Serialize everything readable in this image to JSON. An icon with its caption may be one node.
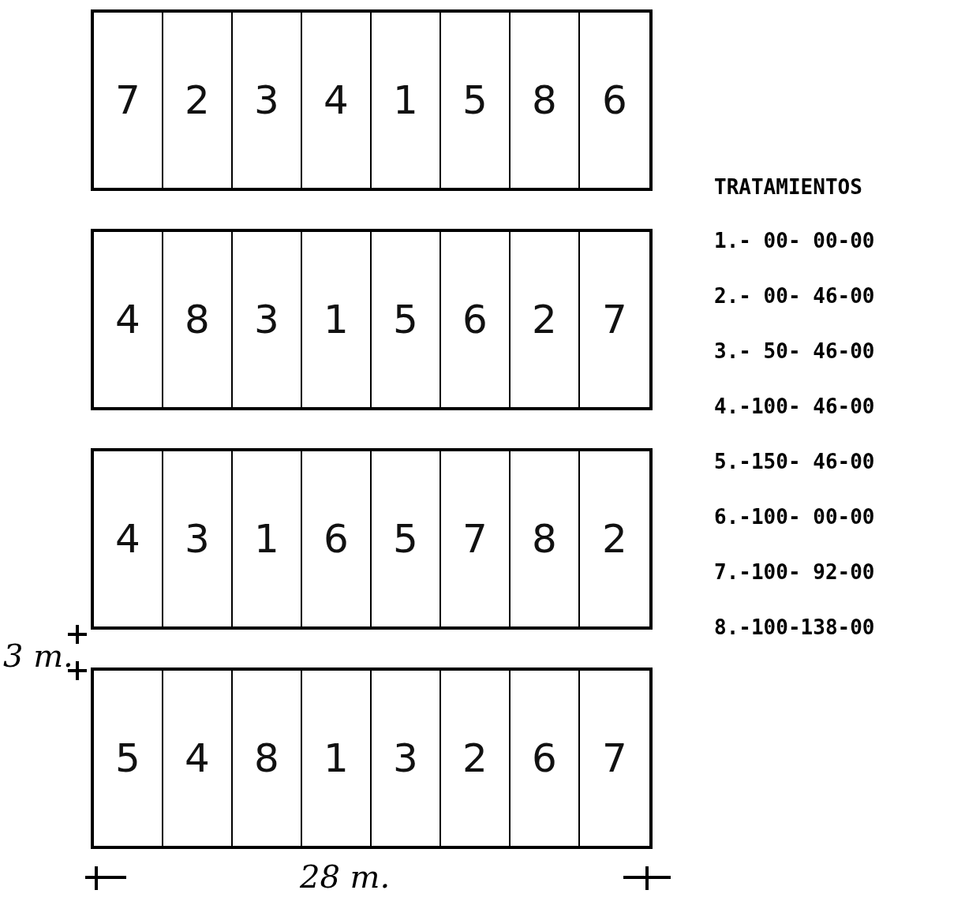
{
  "diagram": {
    "nodes": [
      {
        "text": [],
        "shape": "box"
      },
      {
        "text": [
          "7"
        ],
        "in": 0
      },
      {
        "text": [
          "2"
        ],
        "in": 0
      },
      {
        "text": [
          "3"
        ],
        "in": 0
      },
      {
        "text": [
          "4"
        ],
        "in": 0
      },
      {
        "text": [
          "1"
        ],
        "in": 0
      },
      {
        "text": [
          "5"
        ],
        "in": 0
      },
      {
        "text": [
          "8"
        ],
        "in": 0
      },
      {
        "text": [
          "6"
        ],
        "in": 0
      },
      {
        "text": [],
        "shape": "box"
      },
      {
        "text": [
          "4"
        ],
        "in": 9
      },
      {
        "text": [
          "8"
        ],
        "in": 9
      },
      {
        "text": [
          "3"
        ],
        "in": 9
      },
      {
        "text": [
          "1"
        ],
        "in": 9
      },
      {
        "text": [
          "5"
        ],
        "in": 9
      },
      {
        "text": [
          "6"
        ],
        "in": 9
      },
      {
        "text": [
          "2"
        ],
        "in": 9
      },
      {
        "text": [
          "7"
        ],
        "in": 9
      },
      {
        "text": [],
        "shape": "box"
      },
      {
        "text": [
          "4"
        ],
        "in": 18
      },
      {
        "text": [
          "3"
        ],
        "in": 18
      },
      {
        "text": [
          "1"
        ],
        "in": 18
      },
      {
        "text": [
          "6"
        ],
        "in": 18
      },
      {
        "text": [
          "5"
        ],
        "in": 18
      },
      {
        "text": [
          "7"
        ],
        "in": 18
      },
      {
        "text": [
          "8"
        ],
        "in": 18
      },
      {
        "text": [
          "2"
        ],
        "in": 18
      },
      {
        "text": [],
        "shape": "box"
      },
      {
        "text": [
          "5"
        ],
        "in": 27
      },
      {
        "text": [
          "4"
        ],
        "in": 27
      },
      {
        "text": [
          "8"
        ],
        "in": 27
      },
      {
        "text": [
          "1"
        ],
        "in": 27
      },
      {
        "text": [
          "3"
        ],
        "in": 27
      },
      {
        "text": [
          "2"
        ],
        "in": 27
      },
      {
        "text": [
          "6"
        ],
        "in": 27
      },
      {
        "text": [
          "7"
        ],
        "in": 27
      }
    ],
    "labels": [
      "TRATAMIENTOS",
      "1.- 00- 00-00",
      "2.- 00- 46-00",
      "3.- 50- 46-00",
      "4.-100- 46-00",
      "5.-150- 46-00",
      "6.-100- 00-00",
      "7.-100- 92-00",
      "8.-100-138-00",
      "3 m.",
      "28 m."
    ]
  }
}
